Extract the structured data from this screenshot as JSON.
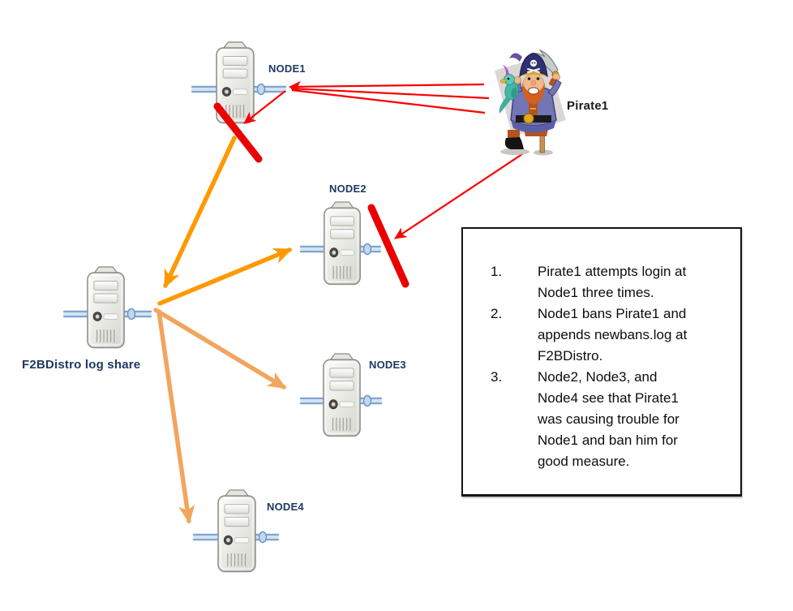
{
  "nodes": [
    {
      "id": "node1",
      "label": "NODE1",
      "ban_mark": true
    },
    {
      "id": "node2",
      "label": "NODE2",
      "ban_mark": true
    },
    {
      "id": "node3",
      "label": "NODE3",
      "ban_mark": false
    },
    {
      "id": "node4",
      "label": "NODE4",
      "ban_mark": false
    },
    {
      "id": "f2bdistro",
      "label": "F2BDistro log share",
      "ban_mark": false
    }
  ],
  "pirate": {
    "label": "Pirate1"
  },
  "edges": [
    {
      "from": "Pirate1",
      "to": "NODE1",
      "type": "login-attempts",
      "count": 3,
      "style": "thin-red-arrow"
    },
    {
      "from": "Pirate1",
      "to": "NODE2",
      "type": "attack-blocked",
      "count": 1,
      "style": "thin-red-arrow"
    },
    {
      "from": "NODE1",
      "to": "F2BDistro",
      "type": "appends-newbans-log",
      "style": "thick-orange-arrow"
    },
    {
      "from": "F2BDistro",
      "to": "NODE2",
      "type": "ban-distribution",
      "style": "thick-orange-arrow"
    },
    {
      "from": "F2BDistro",
      "to": "NODE3",
      "type": "ban-distribution",
      "style": "light-orange-arrow"
    },
    {
      "from": "F2BDistro",
      "to": "NODE4",
      "type": "ban-distribution",
      "style": "light-orange-arrow"
    }
  ],
  "legend": {
    "items": [
      {
        "num": "1.",
        "text": "Pirate1 attempts login at\nNode1 three times."
      },
      {
        "num": "2.",
        "text": "Node1 bans Pirate1 and\nappends newbans.log at\nF2BDistro."
      },
      {
        "num": "3.",
        "text": "Node2, Node3, and\nNode4 see that Pirate1\nwas causing trouble for\nNode1 and ban him for\ngood measure."
      }
    ]
  },
  "colors": {
    "node_label": "#1F3864",
    "attack_red": "#FA0000",
    "ban_slash_red": "#EB0000",
    "log_orange_dark": "#FF9900",
    "log_orange_light": "#F2A55F",
    "cable_blue": "#7FA6D2"
  }
}
